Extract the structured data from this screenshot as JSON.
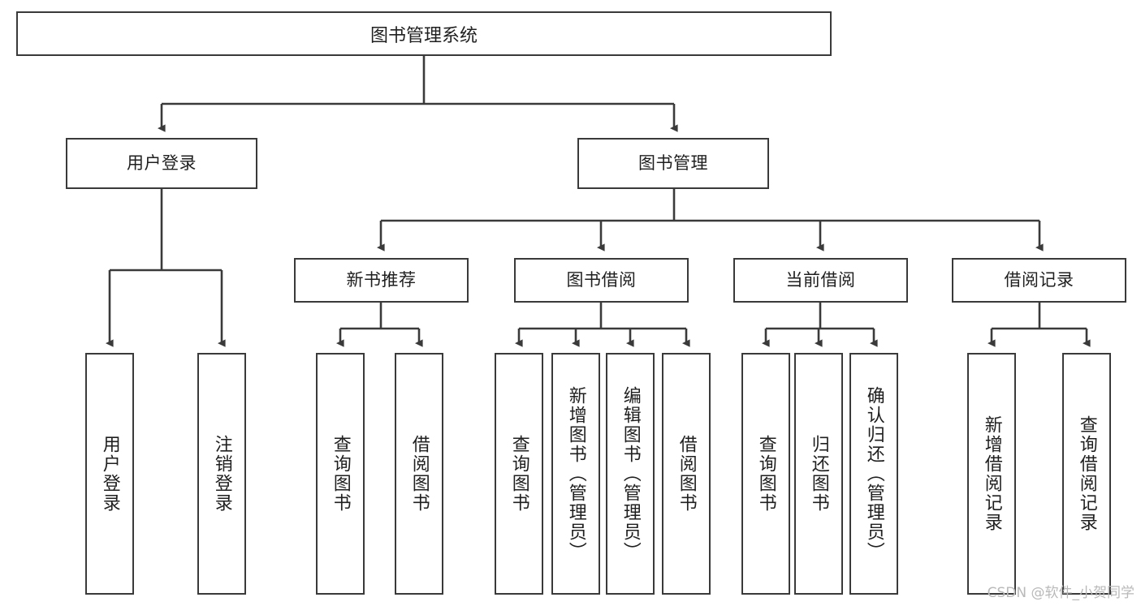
{
  "diagram": {
    "type": "tree-hierarchy",
    "title": "图书管理系统",
    "root": {
      "label": "图书管理系统"
    },
    "level2": [
      {
        "label": "用户登录"
      },
      {
        "label": "图书管理"
      }
    ],
    "level3": [
      {
        "label": "新书推荐"
      },
      {
        "label": "图书借阅"
      },
      {
        "label": "当前借阅"
      },
      {
        "label": "借阅记录"
      }
    ],
    "leaves": {
      "user_login": [
        {
          "label": "用户登录"
        },
        {
          "label": "注销登录"
        }
      ],
      "new_book_recommend": [
        {
          "label": "查询图书"
        },
        {
          "label": "借阅图书"
        }
      ],
      "book_borrow": [
        {
          "label": "查询图书"
        },
        {
          "label": "新增图书（管理员）"
        },
        {
          "label": "编辑图书（管理员）"
        },
        {
          "label": "借阅图书"
        }
      ],
      "current_borrow": [
        {
          "label": "查询图书"
        },
        {
          "label": "归还图书"
        },
        {
          "label": "确认归还（管理员）"
        }
      ],
      "borrow_record": [
        {
          "label": "新增借阅记录"
        },
        {
          "label": "查询借阅记录"
        }
      ]
    }
  },
  "watermark": {
    "text": "CSDN @软件_小贺同学"
  },
  "colors": {
    "stroke": "#3a3a3a",
    "background": "#ffffff",
    "text": "#1f1f1f",
    "watermark": "#b9b9b9"
  }
}
